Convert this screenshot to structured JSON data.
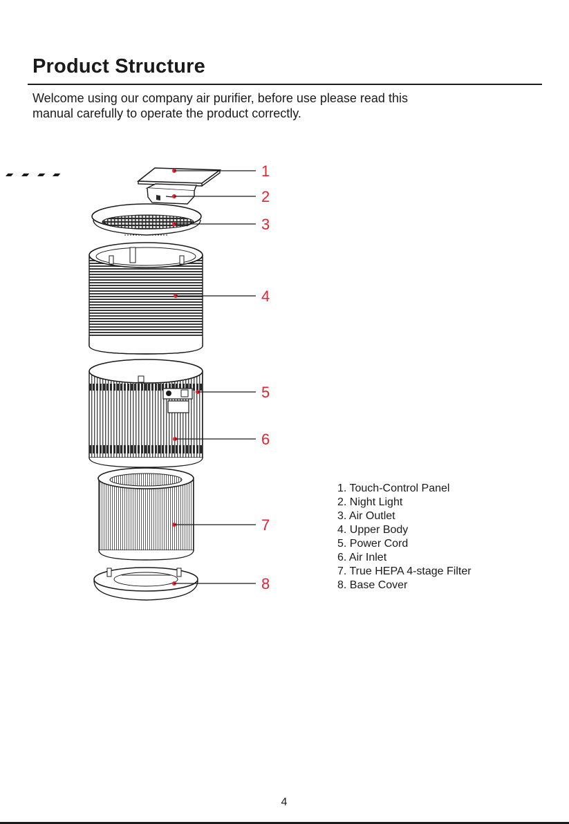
{
  "header": {
    "title": "Product Structure"
  },
  "intro": {
    "line1": "Welcome using our company air purifier, before use please read this",
    "line2": "manual carefully to operate the product correctly."
  },
  "callouts": [
    "1",
    "2",
    "3",
    "4",
    "5",
    "6",
    "7",
    "8"
  ],
  "legend": [
    "1. Touch-Control Panel",
    "2. Night Light",
    "3. Air Outlet",
    "4. Upper Body",
    "5. Power Cord",
    "6. Air Inlet",
    "7. True HEPA 4-stage Filter",
    "8. Base Cover"
  ],
  "footer": {
    "page_number": "4"
  },
  "colors": {
    "callout": "#e5232e",
    "ink": "#1a1a1a"
  }
}
